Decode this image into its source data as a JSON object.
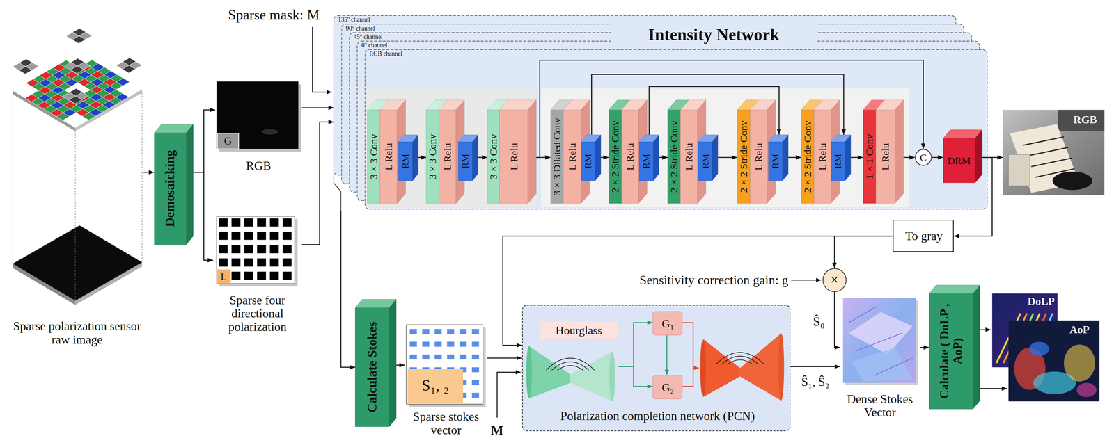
{
  "diagram": {
    "nodes": [
      {
        "text": [
          "Sparse polarization sensor raw image"
        ]
      },
      {
        "text": [
          "Demosaicking"
        ]
      },
      {
        "text": [
          "G",
          "RGB"
        ]
      },
      {
        "text": [
          "L",
          "Sparse four directional polarization"
        ]
      },
      {
        "text": [
          "Intensity Network"
        ]
      },
      {
        "text": [
          "3 × 3 Conv",
          "L Relu"
        ],
        "in": 4
      },
      {
        "text": [
          "RM"
        ],
        "in": 4
      },
      {
        "text": [
          "3 × 3 Conv",
          "L Relu"
        ],
        "in": 4
      },
      {
        "text": [
          "RM"
        ],
        "in": 4
      },
      {
        "text": [
          "3 × 3 Conv",
          "L Relu"
        ],
        "in": 4
      },
      {
        "text": [
          "3 × 3 Dilated Conv",
          "L Relu"
        ],
        "in": 4
      },
      {
        "text": [
          "RM"
        ],
        "in": 4
      },
      {
        "text": [
          "2 × 2 Stride Conv",
          "L Relu"
        ],
        "in": 4
      },
      {
        "text": [
          "RM"
        ],
        "in": 4
      },
      {
        "text": [
          "2 × 2 Stride Conv",
          "L Relu"
        ],
        "in": 4
      },
      {
        "text": [
          "RM"
        ],
        "in": 4
      },
      {
        "text": [
          "2 × 2 Stride Conv",
          "L Relu"
        ],
        "in": 4
      },
      {
        "text": [
          "RM"
        ],
        "in": 4
      },
      {
        "text": [
          "2 × 2 Stride Conv",
          "L Relu"
        ],
        "in": 4
      },
      {
        "text": [
          "RM"
        ],
        "in": 4
      },
      {
        "text": [
          "1 × 1 Conv",
          "L Relu"
        ],
        "in": 4
      },
      {
        "text": [
          "C"
        ],
        "in": 4
      },
      {
        "text": [
          "DRM"
        ],
        "in": 4
      },
      {
        "text": [
          "RGB"
        ]
      },
      {
        "text": [
          "To gray"
        ]
      },
      {
        "text": [
          "×"
        ]
      },
      {
        "text": [
          "Calculate Stokes"
        ]
      },
      {
        "text": [
          "S₁, ₂",
          "Sparse stokes vector"
        ]
      },
      {
        "text": [
          "Polarization completion network (PCN)"
        ]
      },
      {
        "text": [
          "Hourglass"
        ],
        "in": 28
      },
      {
        "text": [
          "G₁"
        ],
        "in": 28
      },
      {
        "text": [
          "G₂"
        ],
        "in": 28
      },
      {
        "text": [
          "Dense Stokes Vector"
        ]
      },
      {
        "text": [
          "Calculate ( DoLP , AoP)"
        ]
      },
      {
        "text": [
          "DoLP"
        ]
      },
      {
        "text": [
          "AoP"
        ]
      }
    ],
    "edges": [
      {
        "from": 0,
        "to": 1,
        "arrow": "to"
      },
      {
        "from": 1,
        "to": 2,
        "arrow": "to"
      },
      {
        "from": 1,
        "to": 3,
        "arrow": "to"
      },
      {
        "from": 2,
        "to": 4,
        "arrow": "to"
      },
      {
        "from": 3,
        "to": 4,
        "arrow": "to"
      },
      {
        "from": 6,
        "to": 7,
        "arrow": "to"
      },
      {
        "from": 8,
        "to": 9,
        "arrow": "to"
      },
      {
        "from": 9,
        "to": 10,
        "arrow": "to"
      },
      {
        "from": 11,
        "to": 12,
        "arrow": "to"
      },
      {
        "from": 13,
        "to": 14,
        "arrow": "to"
      },
      {
        "from": 15,
        "to": 16,
        "arrow": "to"
      },
      {
        "from": 17,
        "to": 18,
        "arrow": "to"
      },
      {
        "from": 19,
        "to": 20,
        "arrow": "to"
      },
      {
        "from": 20,
        "to": 21,
        "arrow": "to"
      },
      {
        "from": 21,
        "to": 22,
        "arrow": "to"
      },
      {
        "from": 9,
        "to": 21,
        "arrow": "to"
      },
      {
        "from": 11,
        "to": 19,
        "arrow": "to"
      },
      {
        "from": 13,
        "to": 17,
        "arrow": "to"
      },
      {
        "from": 22,
        "to": 23,
        "arrow": "to"
      },
      {
        "from": 22,
        "to": 24,
        "arrow": "to"
      },
      {
        "from": 4,
        "to": 26,
        "arrow": "to"
      },
      {
        "from": 26,
        "to": 27,
        "arrow": "to"
      },
      {
        "from": 27,
        "to": 28,
        "arrow": "to"
      },
      {
        "from": 24,
        "to": 28,
        "arrow": "to"
      },
      {
        "from": 29,
        "to": 30,
        "arrow": "to"
      },
      {
        "from": 29,
        "to": 31,
        "arrow": "to"
      },
      {
        "from": 30,
        "to": 31,
        "arrow": "to"
      },
      {
        "from": 24,
        "to": 25,
        "arrow": "to"
      },
      {
        "from": 25,
        "to": 32,
        "arrow": "to"
      },
      {
        "from": 28,
        "to": 32,
        "arrow": "to"
      },
      {
        "from": 32,
        "to": 33,
        "arrow": "to"
      },
      {
        "from": 33,
        "to": 34,
        "arrow": "to"
      },
      {
        "from": 33,
        "to": 35,
        "arrow": "to"
      }
    ],
    "labels": [
      "Sparse mask: M",
      "135° channel",
      "90° channel",
      "45° channel",
      "0° channel",
      "RGB channel",
      "Sensitivity correction gain: g",
      "Ŝ₀",
      "Ŝ₁, Ŝ₂",
      "M"
    ]
  }
}
